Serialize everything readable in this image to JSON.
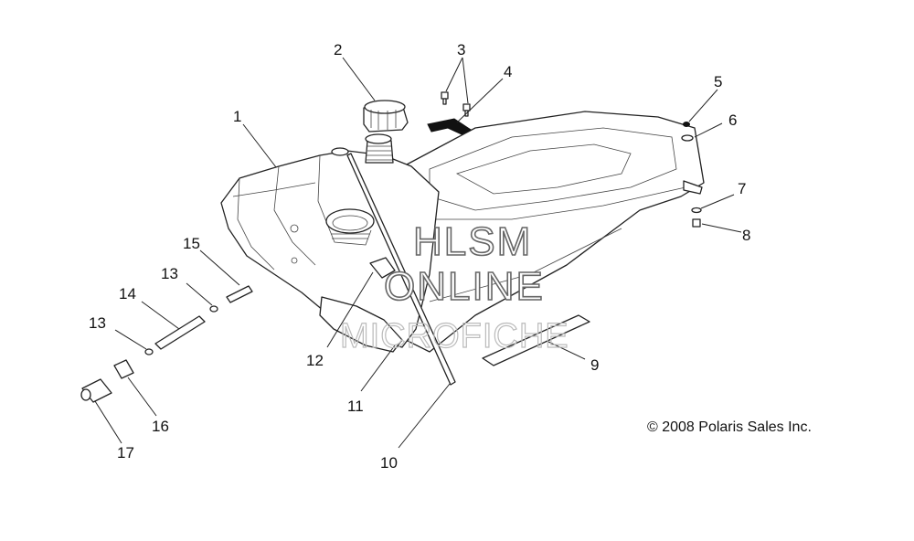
{
  "diagram": {
    "callouts": [
      "1",
      "2",
      "3",
      "4",
      "5",
      "6",
      "7",
      "8",
      "9",
      "10",
      "11",
      "12",
      "13",
      "13",
      "14",
      "15",
      "16",
      "17"
    ],
    "watermark": {
      "line1": "HLSM",
      "line2": "ONLINE",
      "line3": "MICROFICHE"
    },
    "copyright": "© 2008 Polaris Sales Inc."
  }
}
